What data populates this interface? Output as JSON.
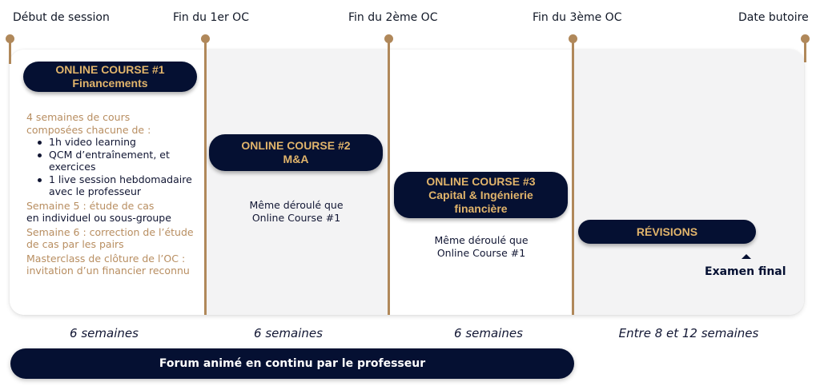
{
  "milestones": [
    {
      "label": "Début de session"
    },
    {
      "label": "Fin du 1er OC"
    },
    {
      "label": "Fin du 2ème OC"
    },
    {
      "label": "Fin du 3ème OC"
    },
    {
      "label": "Date butoire"
    }
  ],
  "colors": {
    "navy": "#051032",
    "gold": "#e1b46b",
    "bronze": "#b0885a",
    "panel_gray": "#f3f3f4"
  },
  "courses": [
    {
      "title": "ONLINE COURSE #1",
      "subtitle": "Financements",
      "intro_line1": "4 semaines de cours",
      "intro_line2": "composées chacune de :",
      "bullets": [
        "1h video learning",
        "QCM d’entraînement, et exercices",
        "1 live session hebdomadaire avec le professeur"
      ],
      "week5_title": "Semaine 5 : étude de cas",
      "week5_detail": "en individuel ou sous-groupe",
      "week6": "Semaine 6 : correction de l’étude de cas par les pairs",
      "masterclass": "Masterclass de clôture de l’OC : invitation d’un financier reconnu"
    },
    {
      "title": "ONLINE COURSE #2",
      "subtitle": "M&A",
      "desc_line1": "Même déroulé que",
      "desc_line2": "Online Course #1"
    },
    {
      "title": "ONLINE COURSE #3",
      "subtitle_line1": "Capital & Ingénierie",
      "subtitle_line2": "financière",
      "desc_line1": "Même déroulé que",
      "desc_line2": "Online Course #1"
    }
  ],
  "revisions": {
    "label": "RÉVISIONS"
  },
  "exam": {
    "label": "Examen final"
  },
  "durations": [
    "6 semaines",
    "6 semaines",
    "6 semaines",
    "Entre 8 et 12 semaines"
  ],
  "forum": {
    "label": "Forum animé en continu par le professeur"
  }
}
